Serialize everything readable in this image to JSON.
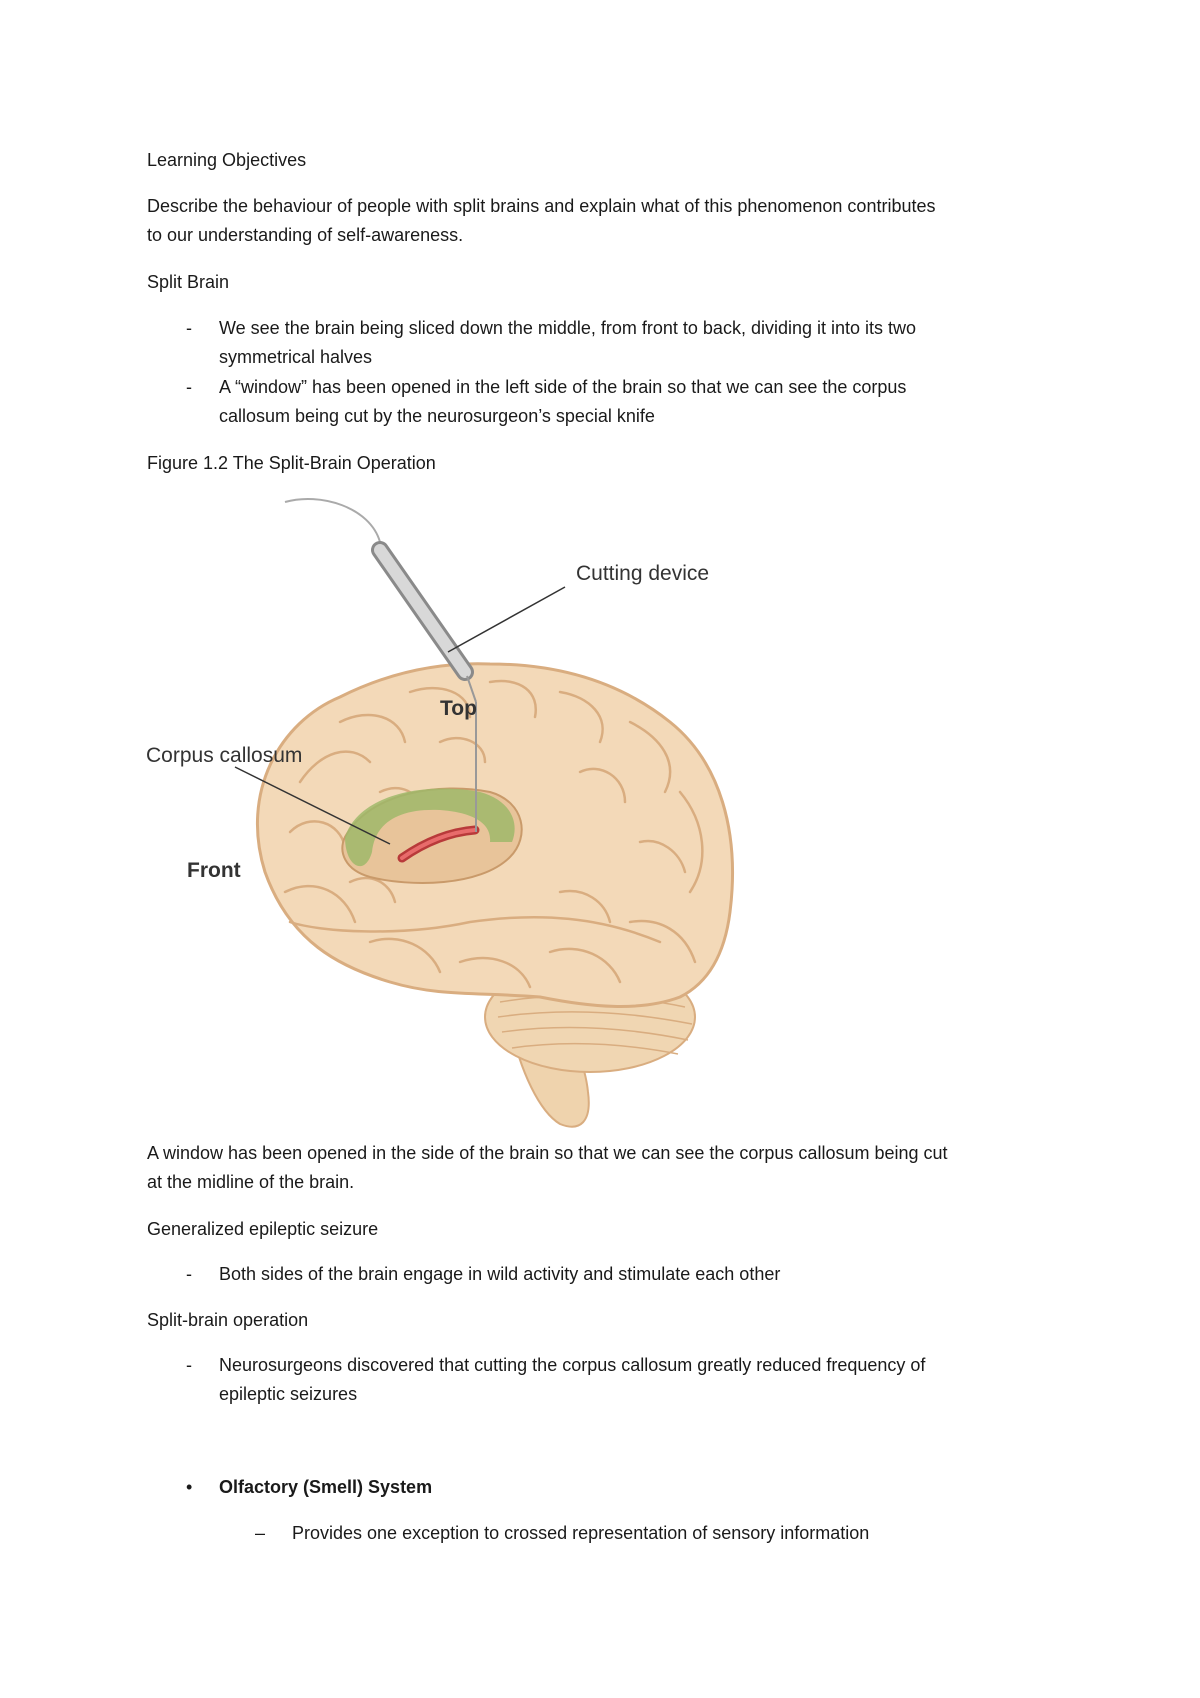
{
  "heading_objectives": "Learning Objectives",
  "objective_line1": "Describe the behaviour of people with split brains and explain what of this phenomenon contributes",
  "objective_line2": "to our understanding of self-awareness.",
  "split_brain": {
    "heading": "Split Brain",
    "bullet_mark": "-",
    "item1_line1": "We see the brain being sliced down the middle, from front to back, dividing it into its two",
    "item1_line2": "symmetrical halves",
    "item2_line1": "A “window” has been opened in the left side of the brain so that we can see the corpus",
    "item2_line2": "callosum being cut by the neurosurgeon’s special knife"
  },
  "figure": {
    "caption": "Figure 1.2 The Split-Brain Operation",
    "label_cutting_device": "Cutting device",
    "label_top": "Top",
    "label_corpus_callosum": "Corpus callosum",
    "label_front": "Front",
    "colors": {
      "brain": "#f3d9b8",
      "brain_shadow": "#e4bf95",
      "gyri_line": "#d9ad80",
      "corpus_callosum": "#9fb86a",
      "cut": "#d94a4a",
      "device": "#c9c9c9"
    }
  },
  "window_line1": "A window has been opened in the side of the brain so that we can see the corpus callosum being cut",
  "window_line2": "at the midline of the brain.",
  "generalized": {
    "heading": "Generalized epileptic seizure",
    "item1": "Both sides of the brain engage in wild activity and stimulate each other"
  },
  "operation": {
    "heading": "Split-brain operation",
    "item1_line1": "Neurosurgeons discovered that cutting the corpus callosum greatly reduced frequency of",
    "item1_line2": "epileptic seizures"
  },
  "olfactory": {
    "bullet": "•",
    "heading": "Olfactory (Smell) System",
    "sub_bullet": "–",
    "sub_item": "Provides one exception to crossed representation of sensory information"
  }
}
